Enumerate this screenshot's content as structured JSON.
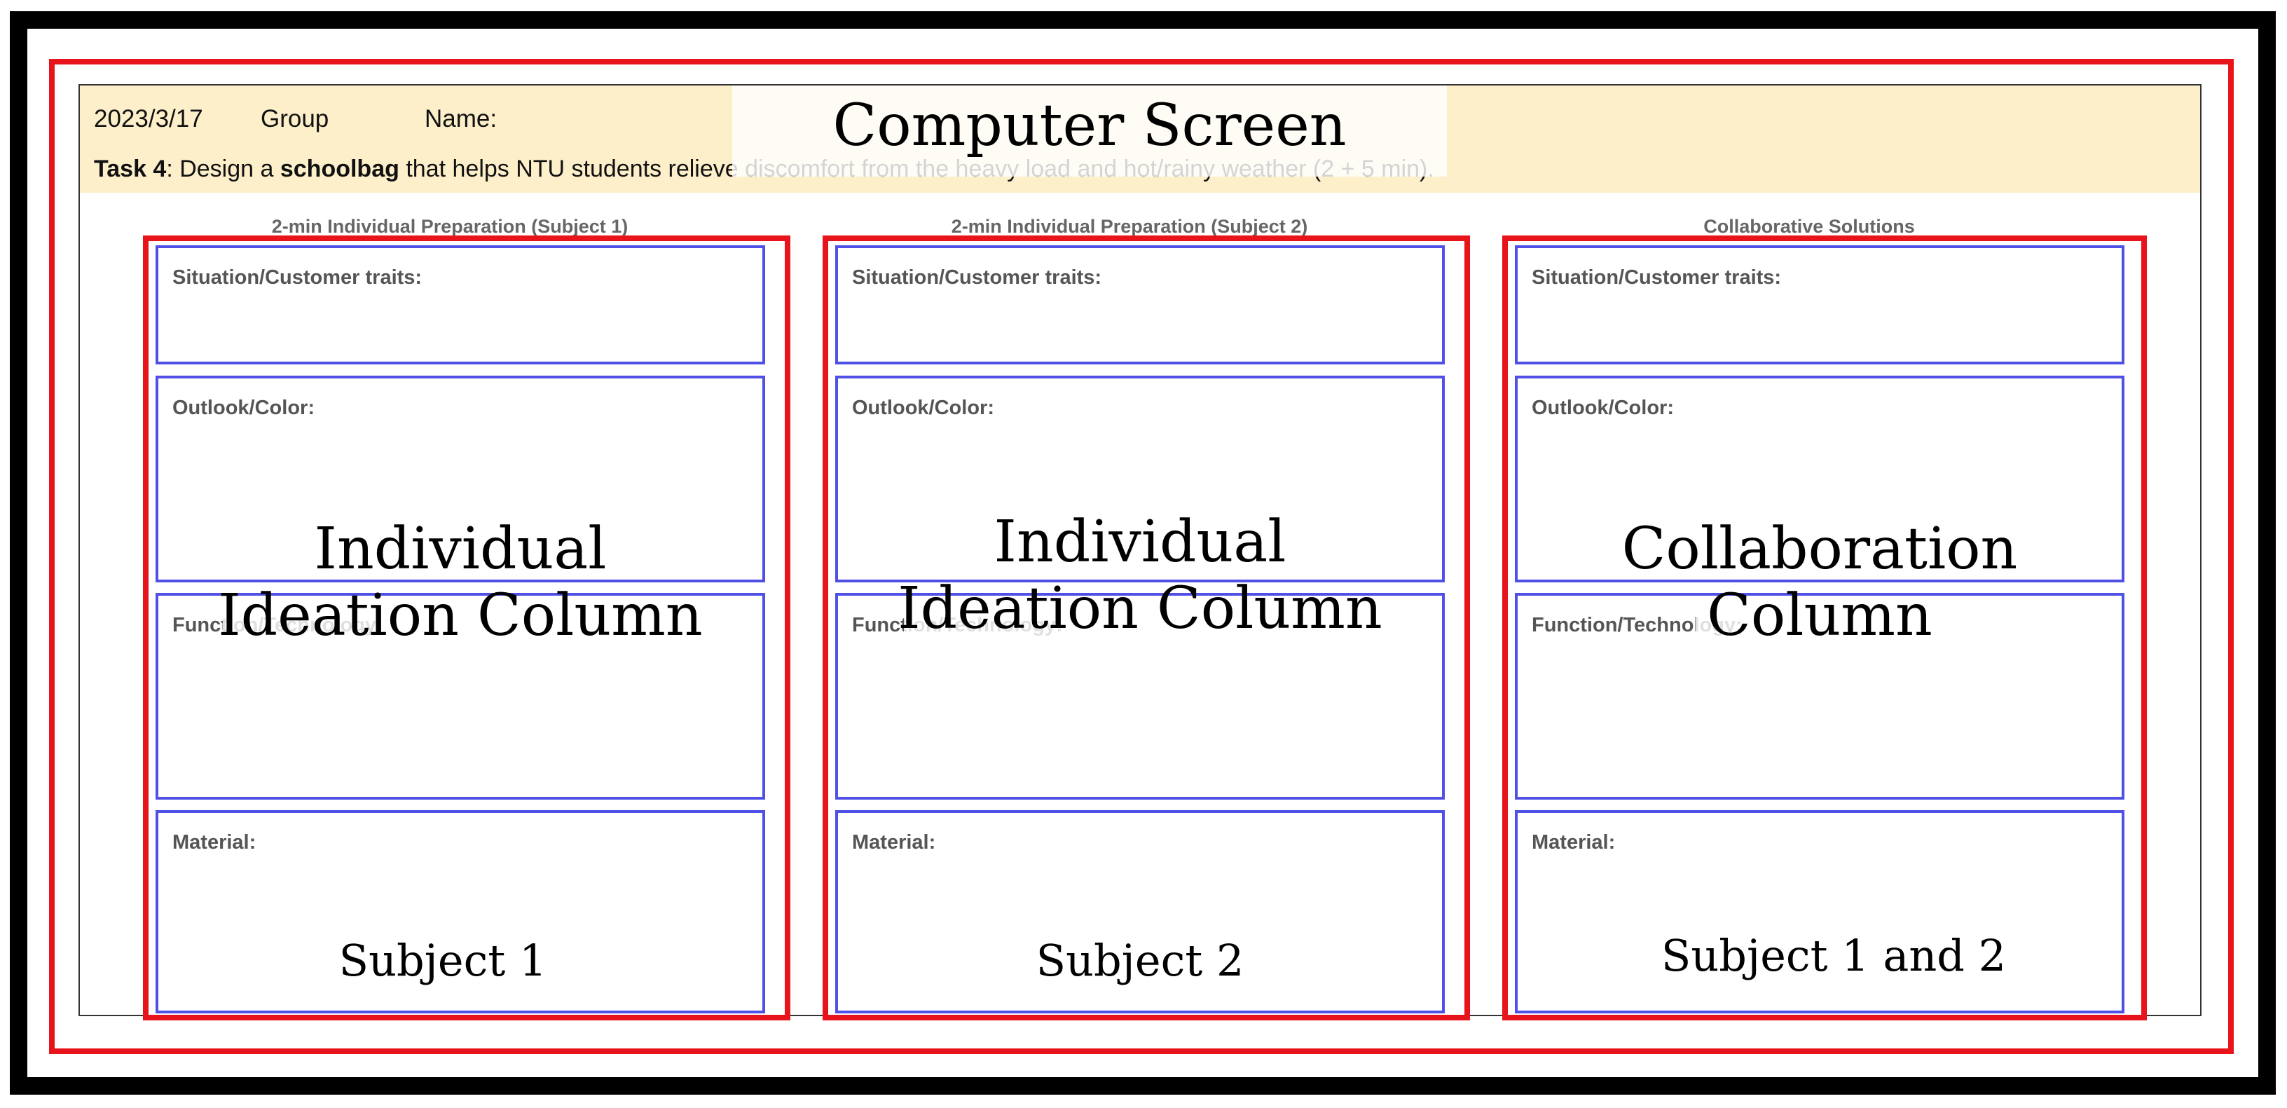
{
  "header": {
    "date": "2023/3/17",
    "group_label": "Group",
    "name_label": "Name:",
    "task_number": "Task 4",
    "task_pre": ": Design a ",
    "task_bold": "schoolbag",
    "task_post": " that helps NTU students relieve discomfort from the heavy load and hot/rainy weather (2 + 5 min)."
  },
  "overlay_title": "Computer Screen",
  "columns": [
    {
      "heading": "2-min Individual Preparation (Subject 1)",
      "fields": [
        "Situation/Customer traits:",
        "Outlook/Color:",
        "Function/Technology:",
        "Material:"
      ],
      "label_line1": "Individual",
      "label_line2": "Ideation Column",
      "subject": "Subject 1"
    },
    {
      "heading": "2-min Individual Preparation (Subject 2)",
      "fields": [
        "Situation/Customer traits:",
        "Outlook/Color:",
        "Function/Technology:",
        "Material:"
      ],
      "label_line1": "Individual",
      "label_line2": "Ideation Column",
      "subject": "Subject 2"
    },
    {
      "heading": "Collaborative Solutions",
      "fields": [
        "Situation/Customer traits:",
        "Outlook/Color:",
        "Function/Technology:",
        "Material:"
      ],
      "label_line1": "Collaboration",
      "label_line2": "Column",
      "subject": "Subject 1 and 2"
    }
  ],
  "colors": {
    "frame": "#000000",
    "highlight": "#e8141b",
    "field_border": "#5050e6",
    "header_band": "#fcefc9"
  }
}
